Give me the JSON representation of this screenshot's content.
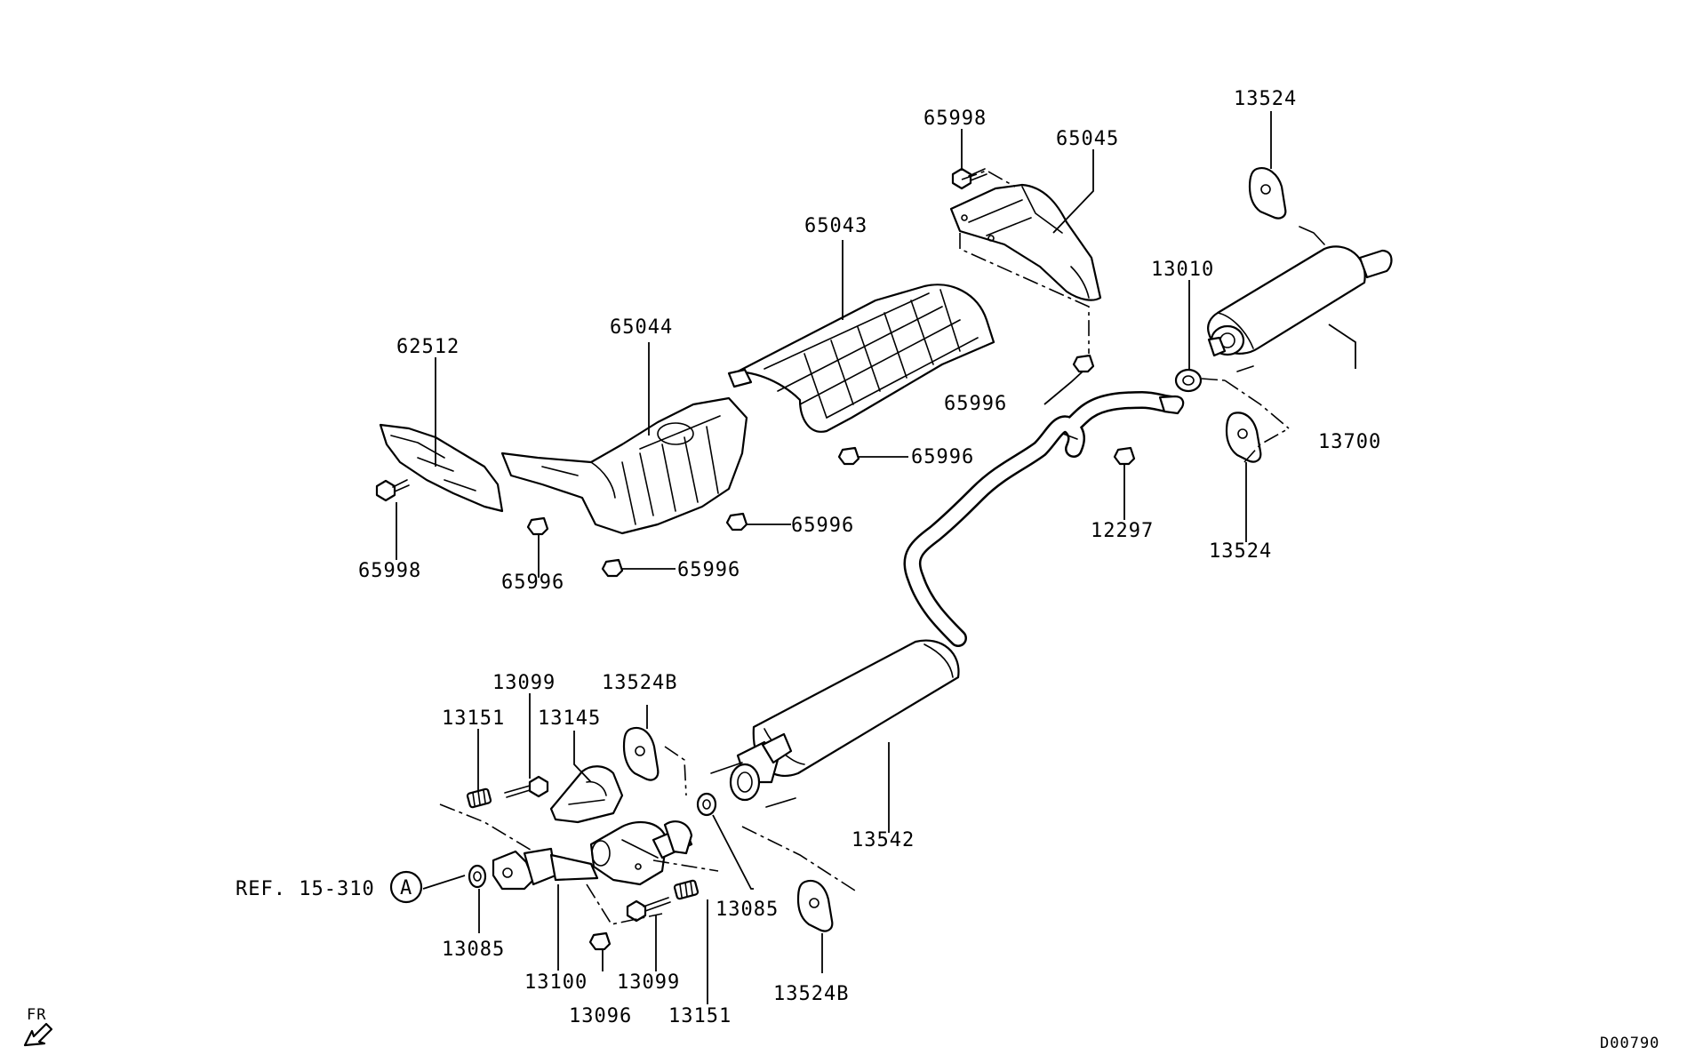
{
  "labels": {
    "p65998_top": "65998",
    "p65045": "65045",
    "p13524_top": "13524",
    "p65043": "65043",
    "p13010": "13010",
    "p62512": "62512",
    "p65044": "65044",
    "p65996_a": "65996",
    "p65996_b": "65996",
    "p13700": "13700",
    "p65996_c": "65996",
    "p12297": "12297",
    "p13524_mid": "13524",
    "p65998_left": "65998",
    "p65996_d": "65996",
    "p65996_e": "65996",
    "p13099_top": "13099",
    "p13524B_top": "13524B",
    "p13151_top": "13151",
    "p13145": "13145",
    "p13542": "13542",
    "ref": "REF. 15-310",
    "ref_marker": "A",
    "p13085_right": "13085",
    "p13085_left": "13085",
    "p13524B_bottom": "13524B",
    "p13100": "13100",
    "p13099_bottom": "13099",
    "p13096": "13096",
    "p13151_bottom": "13151",
    "fr": "FR",
    "diagram_code": "D00790"
  },
  "icons": {
    "front_arrow": "front-direction-arrow-icon"
  }
}
